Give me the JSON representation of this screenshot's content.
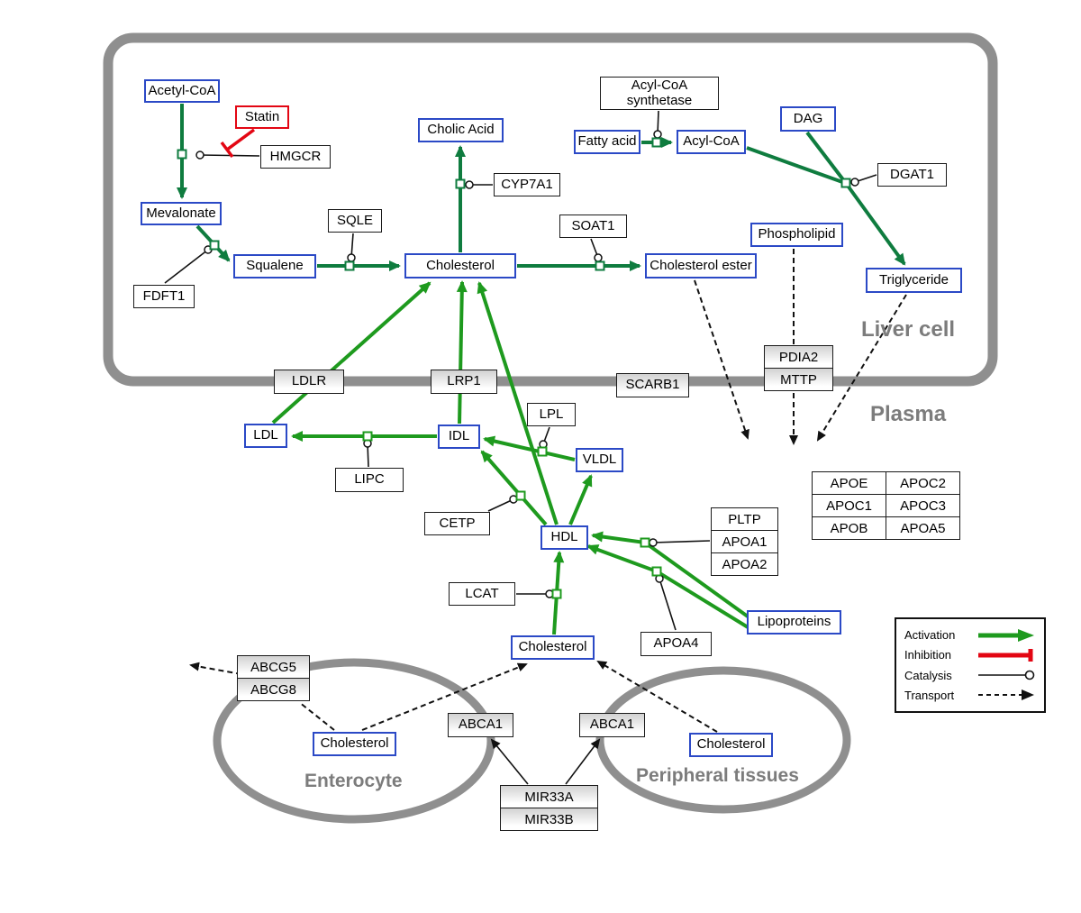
{
  "compartments": {
    "liver_cell": "Liver cell",
    "plasma": "Plasma",
    "enterocyte": "Enterocyte",
    "peripheral_tissues": "Peripheral tissues"
  },
  "nodes": {
    "acetyl_coa": "Acetyl-CoA",
    "statin": "Statin",
    "hmgcr": "HMGCR",
    "mevalonate": "Mevalonate",
    "fdft1": "FDFT1",
    "squalene": "Squalene",
    "sqle": "SQLE",
    "cholesterol_liver": "Cholesterol",
    "cholic_acid": "Cholic Acid",
    "cyp7a1": "CYP7A1",
    "soat1": "SOAT1",
    "cholesterol_ester": "Cholesterol ester",
    "fatty_acid": "Fatty acid",
    "acyl_coa_synthetase_l1": "Acyl-CoA",
    "acyl_coa_synthetase_l2": "synthetase",
    "acyl_coa": "Acyl-CoA",
    "dag": "DAG",
    "dgat1": "DGAT1",
    "phospholipid": "Phospholipid",
    "triglyceride": "Triglyceride",
    "ldlr": "LDLR",
    "lrp1": "LRP1",
    "scarb1": "SCARB1",
    "pdia2": "PDIA2",
    "mttp": "MTTP",
    "ldl": "LDL",
    "idl": "IDL",
    "lipc": "LIPC",
    "lpl": "LPL",
    "vldl": "VLDL",
    "cetp": "CETP",
    "hdl": "HDL",
    "lcat": "LCAT",
    "pltp": "PLTP",
    "apoa1": "APOA1",
    "apoa2": "APOA2",
    "apoa4": "APOA4",
    "lipoproteins": "Lipoproteins",
    "apoe": "APOE",
    "apoc2": "APOC2",
    "apoc1": "APOC1",
    "apoc3": "APOC3",
    "apob": "APOB",
    "apoa5": "APOA5",
    "cholesterol_plasma": "Cholesterol",
    "abcg5": "ABCG5",
    "abcg8": "ABCG8",
    "cholesterol_enterocyte": "Cholesterol",
    "cholesterol_peripheral": "Cholesterol",
    "abca1_left": "ABCA1",
    "abca1_right": "ABCA1",
    "mir33a": "MIR33A",
    "mir33b": "MIR33B"
  },
  "legend": {
    "activation": "Activation",
    "inhibition": "Inhibition",
    "catalysis": "Catalysis",
    "transport": "Transport"
  },
  "colors": {
    "activation_green_dark": "#0f7c3f",
    "activation_green_bright": "#1e9a1e",
    "inhibition_red": "#e30613",
    "metabolite_border_blue": "#2b49c6",
    "compartment_gray": "#8f8f8f"
  }
}
